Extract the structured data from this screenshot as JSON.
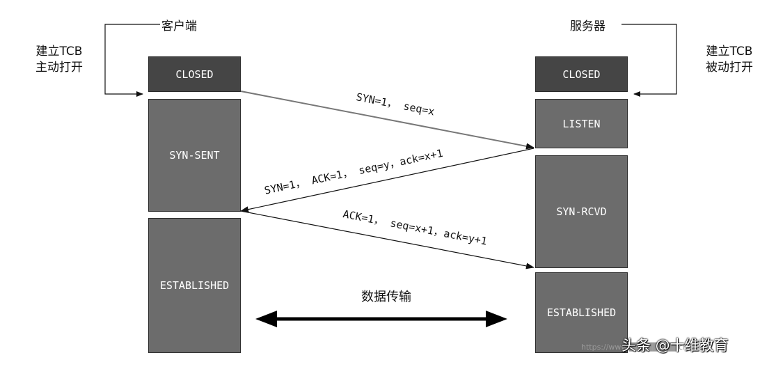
{
  "client": {
    "title": "客户端",
    "side_note_line1": "建立TCB",
    "side_note_line2": "主动打开",
    "states": [
      "CLOSED",
      "SYN-SENT",
      "ESTABLISHED"
    ]
  },
  "server": {
    "title": "服务器",
    "side_note_line1": "建立TCB",
    "side_note_line2": "被动打开",
    "states": [
      "CLOSED",
      "LISTEN",
      "SYN-RCVD",
      "ESTABLISHED"
    ]
  },
  "messages": {
    "syn": "SYN=1， seq=x",
    "syn_ack": "SYN=1， ACK=1， seq=y，ack=x+1",
    "ack": "ACK=1， seq=x+1，ack=y+1"
  },
  "data_transfer": "数据传输",
  "watermark": {
    "url": "https://www.████████.cn",
    "brand": "头条 @十维教育"
  },
  "colors": {
    "closed_box": "#454545",
    "state_box": "#6c6c6c",
    "lines": "#111111"
  }
}
